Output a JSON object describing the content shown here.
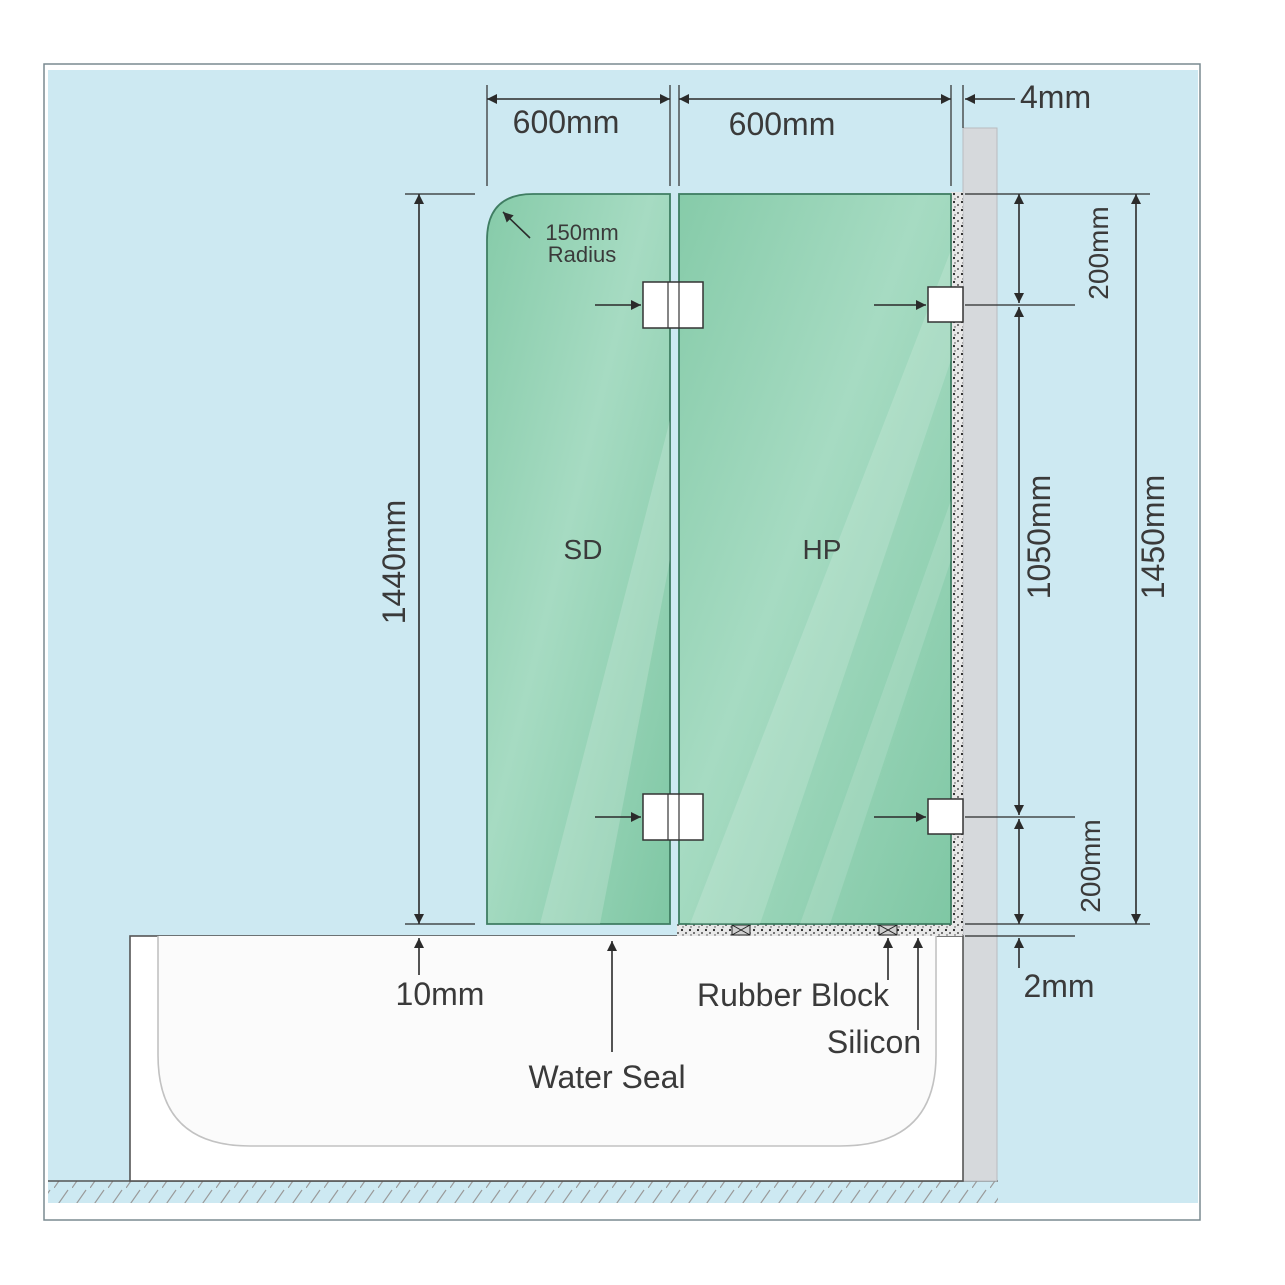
{
  "diagram": {
    "labels": {
      "width_left": "600mm",
      "width_right": "600mm",
      "wall_gap": "4mm",
      "radius_value": "150mm",
      "radius_word": "Radius",
      "panel_left": "SD",
      "panel_right": "HP",
      "height_left": "1440mm",
      "hinge_top_offset": "200mm",
      "hinge_spacing": "1050mm",
      "hinge_bottom_offset": "200mm",
      "height_right": "1450mm",
      "bath_gap_left": "10mm",
      "bath_gap_right": "2mm",
      "rubber_block": "Rubber Block",
      "silicon": "Silicon",
      "water_seal": "Water Seal"
    },
    "colors": {
      "background": "#cde9f2",
      "glass": "#8fd0b0",
      "glass_edge": "#3f7d62",
      "wall": "#d6d9dc",
      "bath": "#ffffff",
      "line": "#2b2b2b"
    }
  }
}
